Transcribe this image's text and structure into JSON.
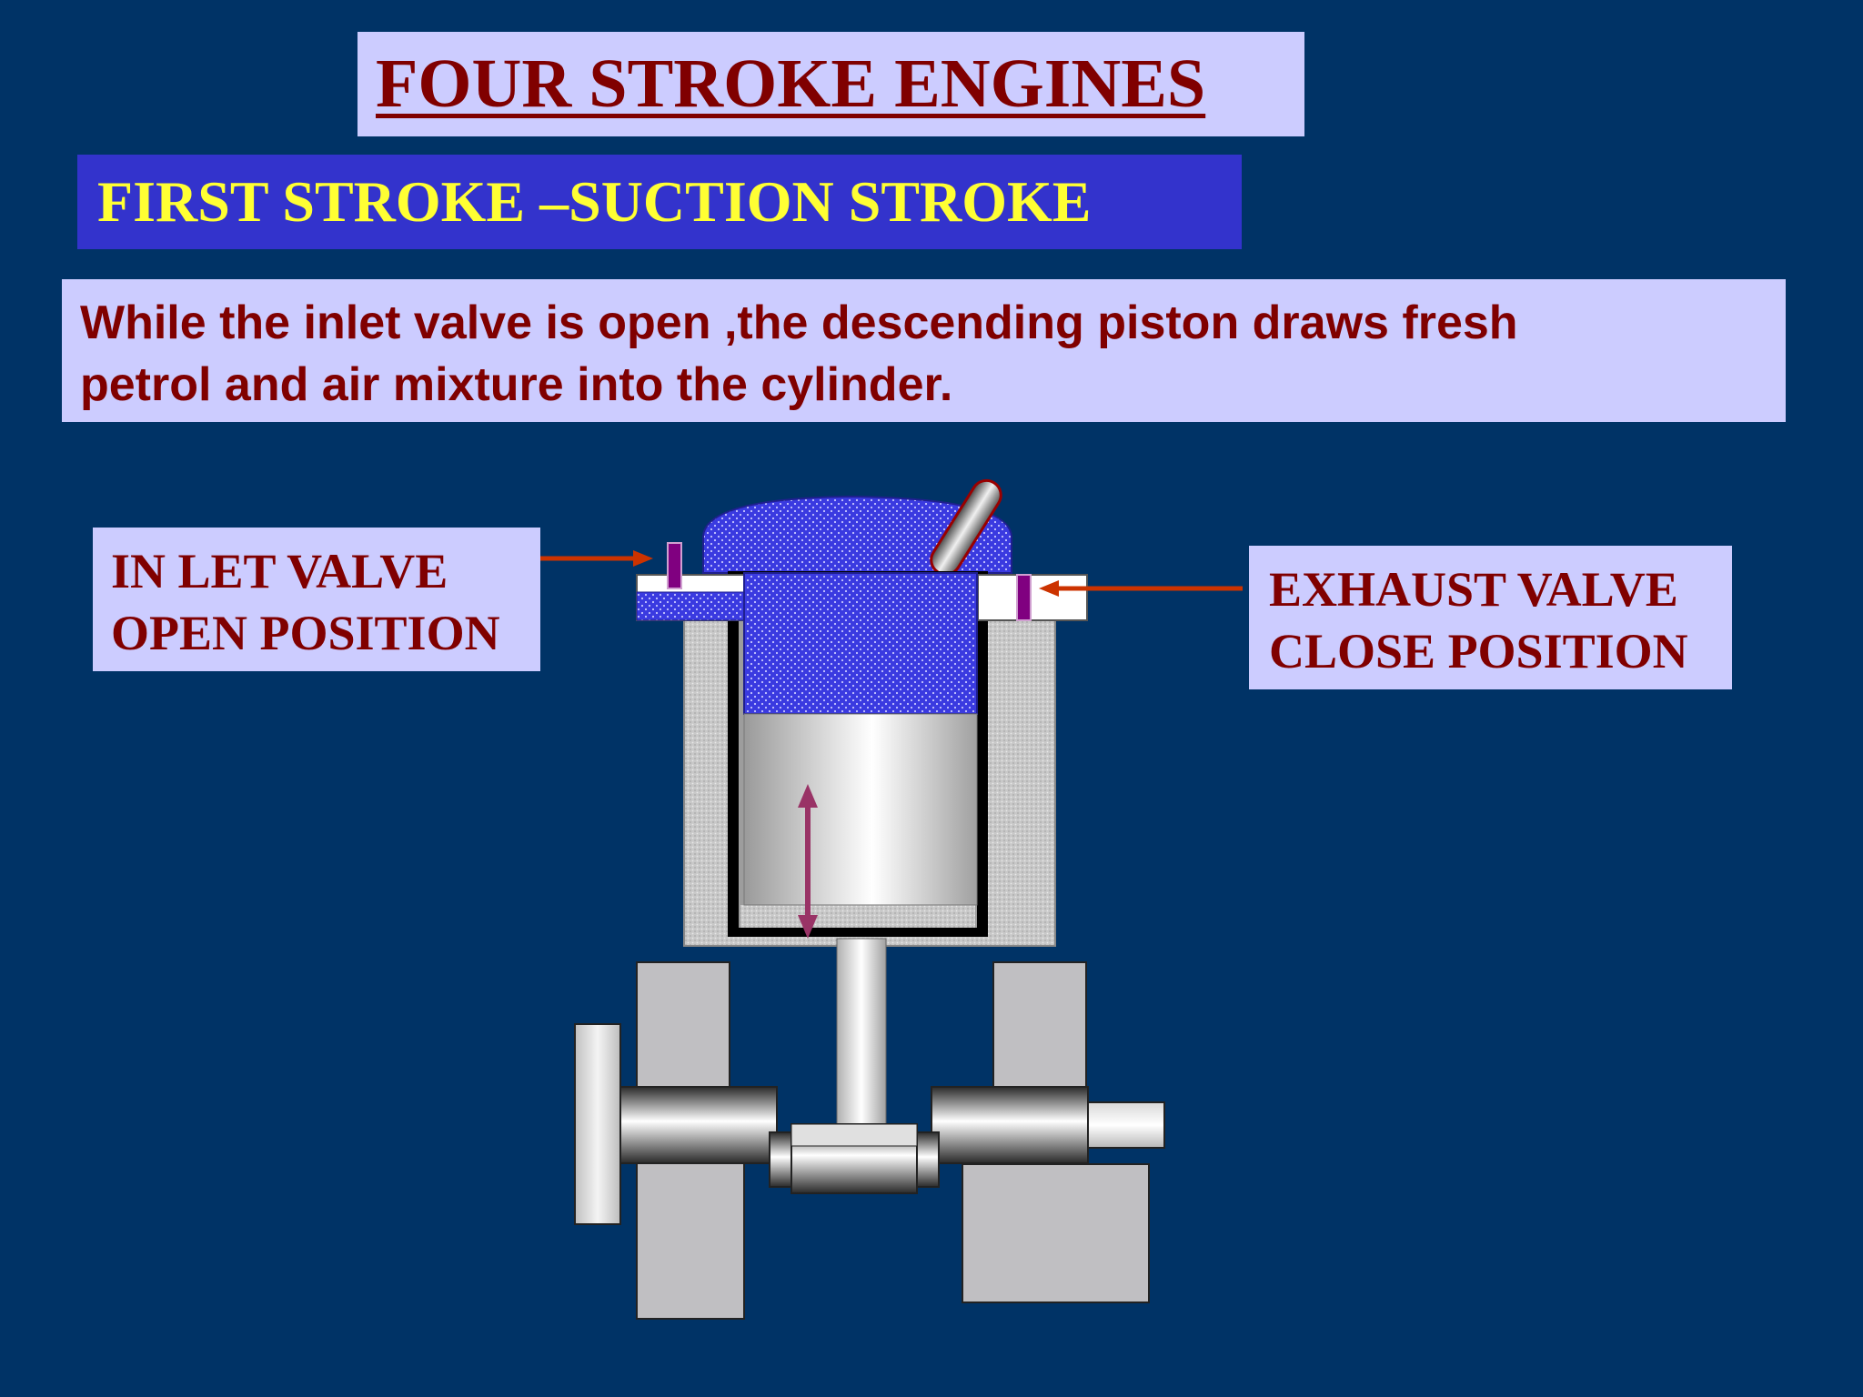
{
  "title": "FOUR STROKE ENGINES",
  "subtitle": "FIRST STROKE –SUCTION STROKE",
  "description": {
    "line1": "While the inlet valve is open ,the descending piston draws fresh",
    "line2": "petrol and air mixture into the cylinder."
  },
  "inlet_label": {
    "line1": "IN LET VALVE",
    "line2": "OPEN POSITION"
  },
  "exhaust_label": {
    "line1": "EXHAUST VALVE",
    "line2": "CLOSE POSITION"
  },
  "colors": {
    "background": "#003366",
    "label_box": "#ccccff",
    "subtitle_box": "#3333cc",
    "subtitle_text": "#ffff33",
    "label_text": "#800000",
    "charge": "#3333dd",
    "arrow": "#cc3300",
    "motion_arrow": "#993366",
    "valve": "#800080"
  }
}
